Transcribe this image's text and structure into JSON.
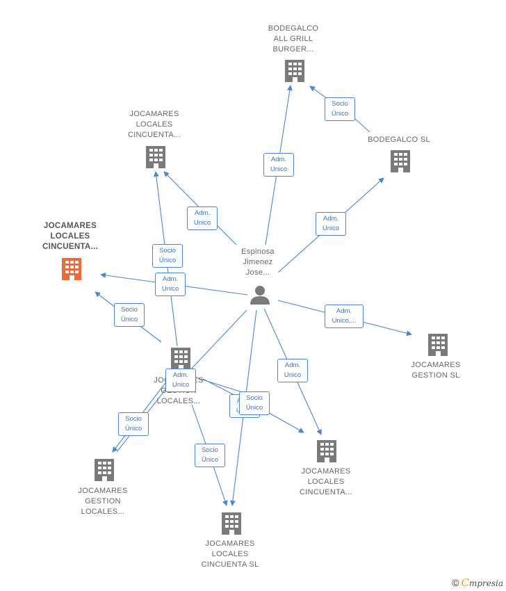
{
  "nodes": {
    "bodegalco_all_grill": {
      "lines": [
        "BODEGALCO",
        "ALL GRILL",
        "BURGER..."
      ]
    },
    "bodegalco_sl": {
      "lines": [
        "BODEGALCO SL"
      ]
    },
    "jocamares_top": {
      "lines": [
        "JOCAMARES",
        "LOCALES",
        "CINCUENTA..."
      ]
    },
    "jocamares_highlight": {
      "lines": [
        "JOCAMARES",
        "LOCALES",
        "CINCUENTA..."
      ]
    },
    "person": {
      "lines": [
        "Espinosa",
        "Jimenez",
        "Jose..."
      ]
    },
    "jocamares_gestion_sl": {
      "lines": [
        "JOCAMARES",
        "GESTION  SL"
      ]
    },
    "jocamares_center": {
      "lines": [
        "JOCAMARES",
        "GESTION",
        "LOCALES..."
      ]
    },
    "jocamares_gestion_locales": {
      "lines": [
        "JOCAMARES",
        "GESTION",
        "LOCALES..."
      ]
    },
    "jocamares_cincuenta_sl": {
      "lines": [
        "JOCAMARES",
        "LOCALES",
        "CINCUENTA  SL"
      ]
    },
    "jocamares_right": {
      "lines": [
        "JOCAMARES",
        "LOCALES",
        "CINCUENTA..."
      ]
    }
  },
  "edges": {
    "e_bodegalco_socio": [
      "Socio",
      "Único"
    ],
    "e_person_bodegalco_grill": [
      "Adm.",
      "Unico"
    ],
    "e_person_bodegalco_sl": [
      "Adm.",
      "Unico"
    ],
    "e_person_jocamares_top": [
      "Adm.",
      "Unico"
    ],
    "e_center_jocamares_top": [
      "Socio",
      "Único"
    ],
    "e_person_highlight": [
      "Adm.",
      "Unico"
    ],
    "e_center_highlight": [
      "Socio",
      "Único"
    ],
    "e_person_gestion_sl": [
      "Adm.",
      "Unico,..."
    ],
    "e_person_right": [
      "Adm.",
      "Unico"
    ],
    "e_center_adm": [
      "Adm.",
      "Unico"
    ],
    "e_center_gestion_locales": [
      "Socio",
      "Único"
    ],
    "e_center_cincuenta_sl": [
      "Socio",
      "Único"
    ],
    "e_person_cincuenta_adm": [
      "Adm.",
      "Unico"
    ],
    "e_center_right_socio": [
      "Socio",
      "Único"
    ]
  },
  "colors": {
    "edge": "#4a86d4",
    "building": "#7a7a7a",
    "highlight": "#f06a35"
  },
  "footer": {
    "copyright": "©",
    "brand_initial": "C",
    "brand_rest": "mpresia"
  }
}
